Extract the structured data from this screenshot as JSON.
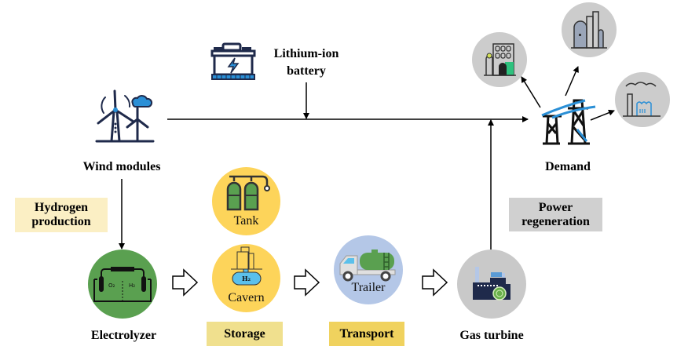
{
  "nodes": {
    "wind": {
      "label": "Wind modules",
      "icon": "wind-turbine-icon"
    },
    "battery": {
      "label_line1": "Lithium-ion",
      "label_line2": "battery",
      "icon": "battery-icon"
    },
    "demand": {
      "label": "Demand",
      "icon": "power-tower-icon",
      "consumers": [
        "building-icon",
        "refinery-icon",
        "factory-icon"
      ]
    },
    "electrolyzer": {
      "label": "Electrolyzer",
      "icon": "electrolysis-cell-icon",
      "color": "#5aa050"
    },
    "tank": {
      "label": "Tank",
      "icon": "gas-cylinder-icon",
      "color": "#fdd45a"
    },
    "cavern": {
      "label": "Cavern",
      "icon": "underground-cavern-icon",
      "h2_text": "H₂",
      "color": "#fdd45a"
    },
    "trailer": {
      "label": "Trailer",
      "icon": "tanker-truck-icon",
      "color": "#b4c7e7"
    },
    "gas_turbine": {
      "label": "Gas turbine",
      "icon": "power-plant-icon",
      "color": "#c9c9c9"
    }
  },
  "stages": {
    "hydrogen_production": {
      "line1": "Hydrogen",
      "line2": "production",
      "color": "#fbefc4"
    },
    "storage": {
      "label": "Storage",
      "color": "#f0e08e"
    },
    "transport": {
      "label": "Transport",
      "color": "#f0d25e"
    },
    "power_regeneration": {
      "line1": "Power",
      "line2": "regeneration",
      "color": "#d0d0d0"
    }
  },
  "colors": {
    "navy": "#1f2a4b",
    "accent_blue": "#2a8fd6",
    "consumer_circle": "#cccccc"
  }
}
